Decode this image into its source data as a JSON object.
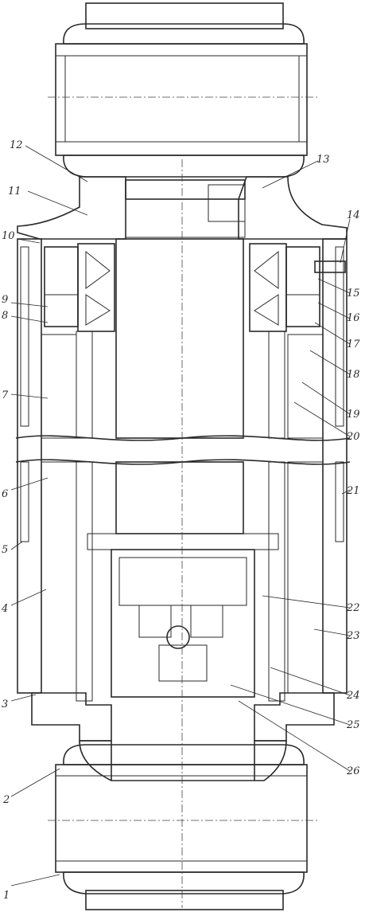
{
  "callouts": [
    {
      "id": "1",
      "text": "1"
    },
    {
      "id": "2",
      "text": "2"
    },
    {
      "id": "3",
      "text": "3"
    },
    {
      "id": "4",
      "text": "4"
    },
    {
      "id": "5",
      "text": "5"
    },
    {
      "id": "6",
      "text": "6"
    },
    {
      "id": "7",
      "text": "7"
    },
    {
      "id": "8",
      "text": "8"
    },
    {
      "id": "9",
      "text": "9"
    },
    {
      "id": "10",
      "text": "10"
    },
    {
      "id": "11",
      "text": "11"
    },
    {
      "id": "12",
      "text": "12"
    },
    {
      "id": "13",
      "text": "13"
    },
    {
      "id": "14",
      "text": "14"
    },
    {
      "id": "15",
      "text": "15"
    },
    {
      "id": "16",
      "text": "16"
    },
    {
      "id": "17",
      "text": "17"
    },
    {
      "id": "18",
      "text": "18"
    },
    {
      "id": "19",
      "text": "19"
    },
    {
      "id": "20",
      "text": "20"
    },
    {
      "id": "21",
      "text": "21"
    },
    {
      "id": "22",
      "text": "22"
    },
    {
      "id": "23",
      "text": "23"
    },
    {
      "id": "24",
      "text": "24"
    },
    {
      "id": "25",
      "text": "25"
    },
    {
      "id": "26",
      "text": "26"
    }
  ],
  "colors": {
    "ink": "#2a2a2a",
    "paper": "#ffffff"
  }
}
